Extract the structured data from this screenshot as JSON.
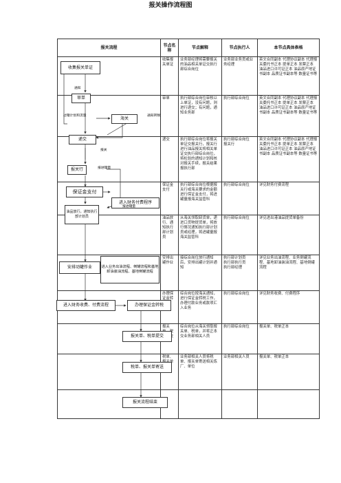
{
  "title": "报关操作流程图",
  "headers": [
    "报关流程",
    "节点名称",
    "节点解释",
    "节点执行人",
    "本节点具体表格"
  ],
  "rows": [
    {
      "name": "收集报关单证",
      "explain": "业务部经理将需要报关的油品相关单证交执行部综合岗位",
      "exec": "业务部业务员或业务经理",
      "forms": "英文合同副本 代理协议副本 代理报关委托书正本 提单正本 发票正本 油品进口许可证正本 油品原产地证书副本 品质证书副本等 数量证书等"
    },
    {
      "name": "审单",
      "explain": "执行部综合岗位审核以上单证，没有问题，则进行递交；有问题，通知业务部",
      "exec": "执行部综合岗位",
      "forms": "英文合同副本 代理协议副本 代理报关委托书正本 提单正本 发票正本 油品进口许可证正本 油品原产地证书副本 品质证书副本等 数量证书等"
    },
    {
      "name": "递交",
      "explain": "执行部综合岗位将报关单证交报关行，报关行进行油品报关将相关单证交执行部综合岗位，将检验的通知计划和核对报关手续，报关结果报执行部",
      "exec": "执行部综合岗位\n报关行",
      "forms": "英文合同副本 代理协议副本 代理报关委托书正本 提单正本 发票正本 油品进口许可证正本 油品原产地证书副本 品质证书副本等 数量证书等"
    },
    {
      "name": "保证金支付",
      "explain": "执行部综合岗位根据报关行或海关要求的金额进行保证金支付，将进罐量报海关监管科",
      "exec": "执行部综合岗位",
      "forms": "详见财务付费流程"
    },
    {
      "name": "油品放行、通知执行部计划员",
      "explain": "从海关领取卸货单，递进口货物提货单，将放行情况通知执行部计划员或经理，将进罐量报海关监管科",
      "exec": "执行部综合岗位",
      "forms": "详见进出港油品提货单备份"
    },
    {
      "name": "安排出罐作业",
      "explain": "接综合岗位放行通知后，安排出罐计划并通知",
      "exec": "执行部计划员\n执行部执行员\n执行部经理",
      "forms": "详见业务出油流程、业务倒罐流程、基地卸油装油流程、基地倒罐流程"
    },
    {
      "name": "办理保证金转税",
      "explain": "综合岗位按海关通知，进行保证金转税工作，办理付款业务或款项汇入业务",
      "exec": "执行部综合岗位",
      "forms": "详见财务收费、付费程序"
    },
    {
      "name": "报关单、税单提交",
      "explain": "综合岗位从海关领取报关单、税单，并将正本交业务部相关人员",
      "exec": "执行部综合岗位",
      "forms": "报关单、税单正本"
    },
    {
      "name": "税单、报关单寄送",
      "explain": "业务部相关人员将税单、报关单寄送相关炼厂、单位",
      "exec": "业务部相关人员",
      "forms": "报关单、税单正本"
    }
  ],
  "flow": {
    "collect": "收集报关单证",
    "review": "审单",
    "customs": "海关",
    "submit": "递交",
    "broker": "报关行",
    "deposit": "保证金支付",
    "payflow": "进入财务付费程序",
    "release": "油品放行，通知执行部计划员",
    "tank": "安排动罐作业",
    "tankflows": "进入业务出油流程、倒罐流程和基地卸油装油流程、基地倒罐流程",
    "finflow": "进入财务收费、付费流程",
    "taxswap": "办理保证金转税",
    "submitdocs": "报关单、税单提交",
    "mail": "税单、报关单寄送",
    "end": "报关流程结束",
    "lbl_notify": "通知",
    "lbl_plan": "过罐计划和流量",
    "lbl_notify2": "通知转税",
    "lbl_customs": "报关",
    "lbl_inqty": "报进罐量",
    "lbl_inqty2": "报进罐量"
  }
}
